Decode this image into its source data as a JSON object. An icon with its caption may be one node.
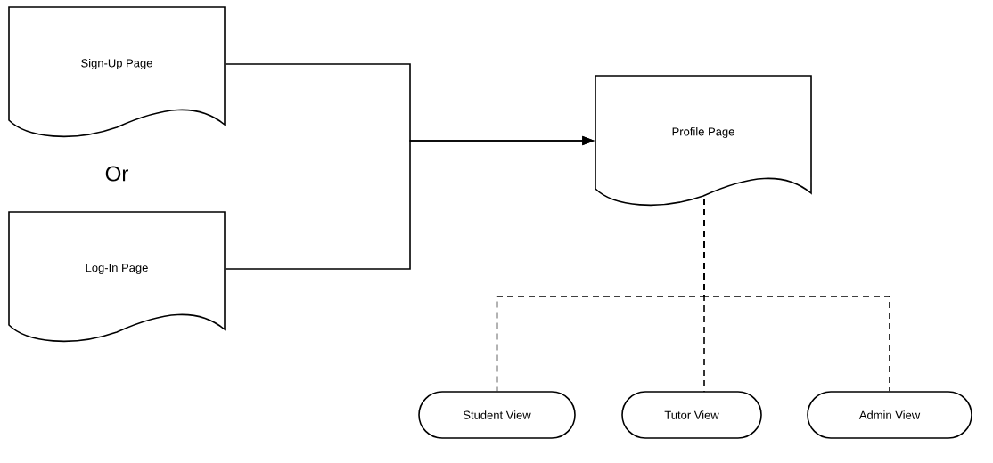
{
  "diagram": {
    "nodes": [
      {
        "text": [
          "Sign-Up Page"
        ]
      },
      {
        "text": [
          "Log-In Page"
        ]
      },
      {
        "text": [
          "Profile Page"
        ]
      },
      {
        "text": [
          "Student View"
        ]
      },
      {
        "text": [
          "Tutor View"
        ]
      },
      {
        "text": [
          "Admin View"
        ]
      }
    ],
    "edges": [
      {
        "from": 0,
        "to": 2,
        "arrow": "to"
      },
      {
        "from": 1,
        "to": 2,
        "arrow": "to"
      },
      {
        "from": 2,
        "to": 3,
        "arrow": "none",
        "style": "dashed"
      },
      {
        "from": 2,
        "to": 4,
        "arrow": "none",
        "style": "dashed"
      },
      {
        "from": 2,
        "to": 5,
        "arrow": "none",
        "style": "dashed"
      }
    ],
    "labels": [
      "Or"
    ]
  }
}
